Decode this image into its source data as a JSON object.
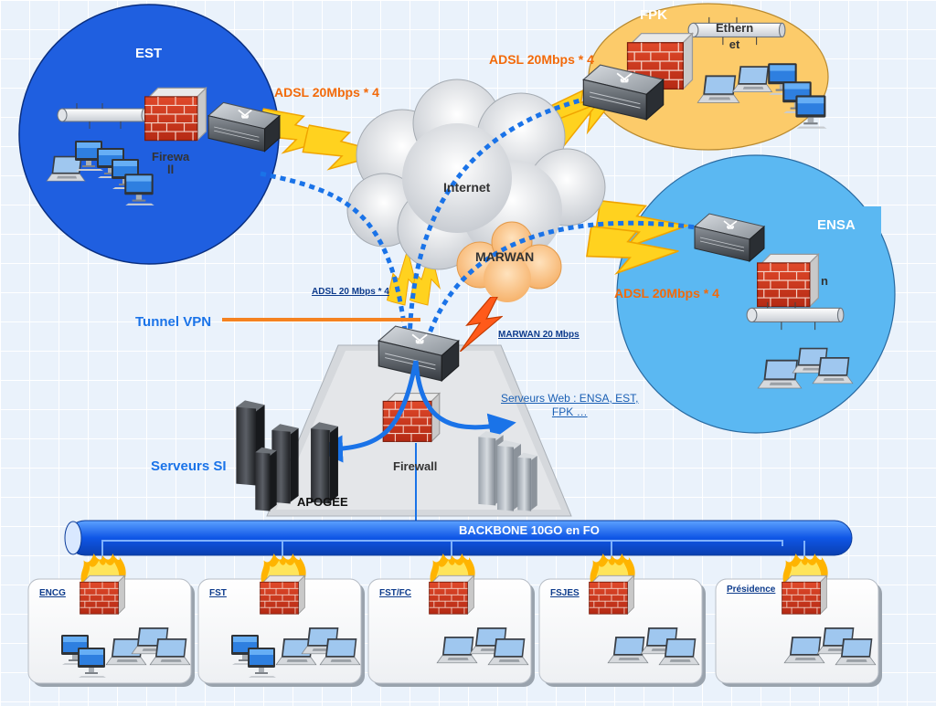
{
  "sites": {
    "est": {
      "title": "EST",
      "firewall_label": "Firewa\nll"
    },
    "fpk": {
      "title": "FPK",
      "ethernet_label": "Ethern\net"
    },
    "ensa": {
      "title": "ENSA",
      "partial_label": "n"
    }
  },
  "links": {
    "adsl_est": "ADSL 20Mbps * 4",
    "adsl_fpk": "ADSL 20Mbps * 4",
    "adsl_ensa": "ADSL 20Mbps * 4",
    "adsl_central": "ADSL 20 Mbps * 4",
    "marwan_link": "MARWAN 20 Mbps"
  },
  "clouds": {
    "internet": "Internet",
    "marwan": "MARWAN"
  },
  "central": {
    "tunnel_vpn": "Tunnel VPN",
    "serveurs_si": "Serveurs SI",
    "apogee": "APOGEE",
    "firewall": "Firewall",
    "web_servers": "Serveurs Web : ENSA, EST,\nFPK …"
  },
  "backbone": {
    "label": "BACKBONE 10GO en FO"
  },
  "branches": [
    {
      "label": "ENCG"
    },
    {
      "label": "FST"
    },
    {
      "label": "FST/FC"
    },
    {
      "label": "FSJES"
    },
    {
      "label": "Présidence"
    }
  ],
  "colors": {
    "est_circle": "#1f5fe0",
    "fpk_circle": "#fccb6a",
    "ensa_circle": "#5bb8f2",
    "backbone": "#1564f0",
    "tunnel": "#f58220",
    "dotted_path": "#1a73e8",
    "bolt": "#ffd21f"
  }
}
